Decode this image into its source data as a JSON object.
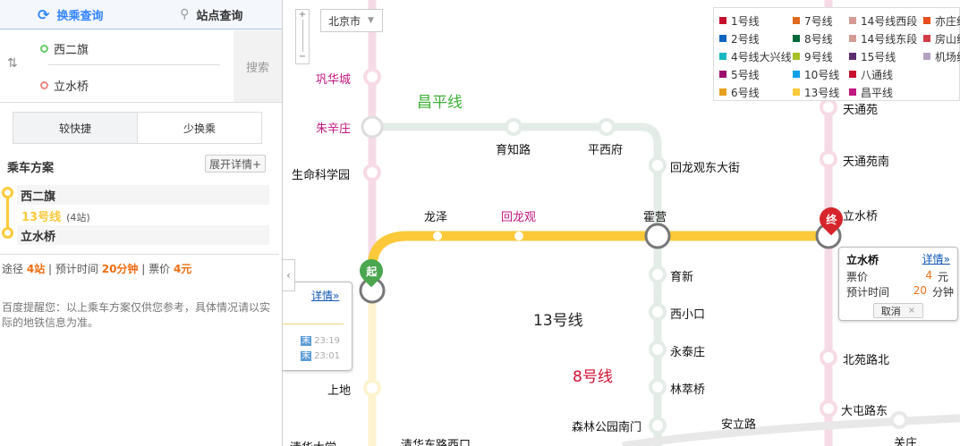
{
  "tabs": [
    {
      "label": "换乘查询",
      "icon": "transfer-icon"
    },
    {
      "label": "站点查询",
      "icon": "station-icon"
    }
  ],
  "route_input": {
    "from": "西二旗",
    "to": "立水桥",
    "search_label": "搜索"
  },
  "options": [
    "较快捷",
    "少换乘"
  ],
  "plan": {
    "title": "乘车方案",
    "expand_label": "展开详情+",
    "start": "西二旗",
    "line": "13号线",
    "stops": "(4站)",
    "end": "立水桥",
    "summary": {
      "via_label": "途径",
      "via": "4站",
      "time_label": "预计时间",
      "time": "20分钟",
      "fare_label": "票价",
      "fare": "4元"
    },
    "note": "百度提醒您：以上乘车方案仅供您参考，具体情况请以实际的地铁信息为准。"
  },
  "map": {
    "city": "北京市",
    "legend": [
      [
        "1号线",
        "#c8102e"
      ],
      [
        "7号线",
        "#e06a1f"
      ],
      [
        "14号线西段",
        "#d49a94"
      ],
      [
        "亦庄线",
        "#e84e1b"
      ],
      [
        "2号线",
        "#0a64c0"
      ],
      [
        "8号线",
        "#006a3a"
      ],
      [
        "14号线东段",
        "#d49a94"
      ],
      [
        "房山线",
        "#d43b48"
      ],
      [
        "4号线大兴线",
        "#18b8c4"
      ],
      [
        "9号线",
        "#a7c126"
      ],
      [
        "15号线",
        "#5b2c6f"
      ],
      [
        "机场线",
        "#b5a0bf"
      ],
      [
        "5号线",
        "#9b0e6c"
      ],
      [
        "10号线",
        "#0fa0e8"
      ],
      [
        "八通线",
        "#c8102e"
      ],
      null,
      [
        "6号线",
        "#e6a020"
      ],
      [
        "13号线",
        "#fbc93a"
      ],
      [
        "昌平线",
        "#c21680"
      ]
    ],
    "line_labels": {
      "changping": "昌平线",
      "l13": "13号线",
      "l8": "8号线"
    },
    "stations": {
      "gonghuacheng": "巩华城",
      "zhuxinzhuang": "朱辛庄",
      "shengming": "生命科学园",
      "yuzhilu": "育知路",
      "pingxifu": "平西府",
      "huilongguandong": "回龙观东大街",
      "longze": "龙泽",
      "huilongguan": "回龙观",
      "huoying": "霍营",
      "lishuiqiao": "立水桥",
      "tiantongyuan": "天通苑",
      "tiantongyuannan": "天通苑南",
      "yuxin": "育新",
      "xixiaokou": "西小口",
      "yongtaizhuang": "永泰庄",
      "lincuiqiao": "林萃桥",
      "senlin": "森林公园南门",
      "beiyuanlubei": "北苑路北",
      "datunludong": "大屯路东",
      "anlilu": "安立路",
      "guanzhuang": "关庄",
      "shangdi": "上地",
      "qinghuadongluxikou": "清华东路西口",
      "qinghuadaxue": "清华大学"
    },
    "start_marker": "起",
    "end_marker": "终",
    "end_popup": {
      "name": "立水桥",
      "detail": "详情»",
      "fare_label": "票价",
      "fare": "4",
      "fare_unit": "元",
      "time_label": "预计时间",
      "time": "20",
      "time_unit": "分钟",
      "cancel": "取消"
    },
    "start_popup": {
      "detail": "详情»",
      "last_label": "末",
      "last1": "23:19",
      "last2": "23:01"
    }
  }
}
